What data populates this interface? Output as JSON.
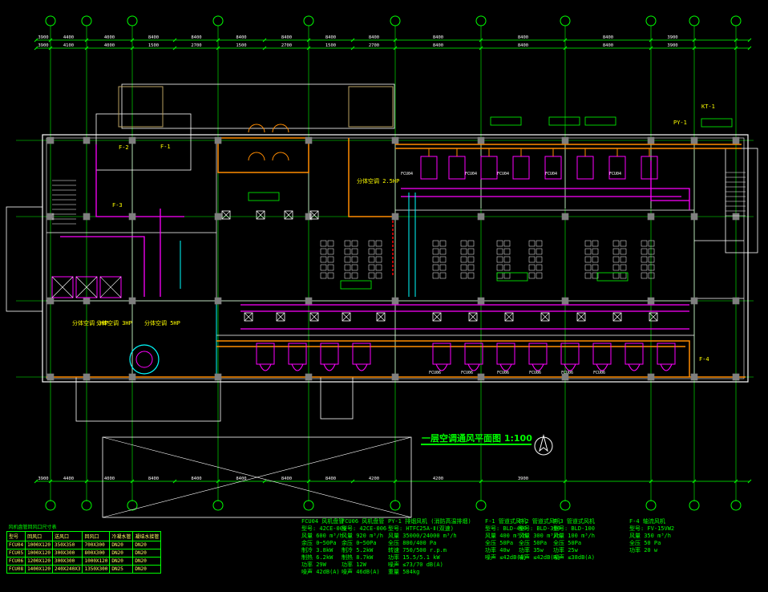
{
  "drawing": {
    "title": "一层空调通风平面图 1:100",
    "colors": {
      "background": "#000000",
      "grid": "#00ff00",
      "wall": "#ffffff",
      "column": "#7f7f7f",
      "duct": "#ff00ff",
      "pipe": "#ff8c00",
      "dimension": "#00ff00",
      "text": "#ffffff",
      "pipe_red": "#ff0000",
      "cyan": "#00ffff",
      "yellow": "#ffff00"
    },
    "top_dimensions_upper": [
      "3900",
      "4400",
      "4000",
      "8400",
      "8400",
      "8400",
      "8400",
      "8400",
      "8400",
      "8400",
      "8400",
      "8400",
      "3900"
    ],
    "top_dimensions_lower": [
      "3900",
      "4100",
      "4000",
      "1500",
      "2700",
      "1500",
      "2700",
      "1500",
      "2700",
      "8400",
      "8400",
      "8400",
      "3900"
    ],
    "bottom_dimensions": [
      "3900",
      "4400",
      "4000",
      "8400",
      "8400",
      "8400",
      "8400",
      "8400",
      "4200",
      "4200",
      "3900"
    ],
    "room_labels": [
      "分体空调 2.5HP",
      "分体空调 3HP",
      "分体空调 3HP",
      "分体空调 5HP",
      "KT-1",
      "PY-1",
      "F-3",
      "F-2",
      "F-4",
      "F-1"
    ],
    "fcu_tags": [
      "FCU04",
      "FCU04",
      "FCU04",
      "FCU04",
      "FCU04",
      "FCU06",
      "FCU06",
      "FCU06",
      "FCU06",
      "FCU06",
      "FCU06"
    ]
  },
  "schedule_table": {
    "title": "风机盘管回风口尺寸表",
    "headers": [
      "型号",
      "回风口",
      "送风口",
      "回风口",
      "冷凝水管",
      "凝结水接管"
    ],
    "rows": [
      [
        "FCU04",
        "1000X120",
        "350X350",
        "700X300",
        "DN20",
        "DN20"
      ],
      [
        "FCU05",
        "1000X120",
        "300X300",
        "800X300",
        "DN20",
        "DN20"
      ],
      [
        "FCU06",
        "1200X120",
        "300X300",
        "1000X120",
        "DN20",
        "DN20"
      ],
      [
        "FCU08",
        "1400X120",
        "240X240X3",
        "1350X300",
        "DN25",
        "DN20"
      ]
    ]
  },
  "equipment_specs": [
    {
      "title": "FCU04 风机盘管",
      "lines": [
        "型号: 42CE-004",
        "风量 600 m³/h",
        "余压 0~50Pa",
        "制冷 3.8kW",
        "制热 6.2kW",
        "功率 29W",
        "噪声 42dB(A)"
      ]
    },
    {
      "title": "FCU06 风机盘管",
      "lines": [
        "型号: 42CE-006",
        "风量 920 m³/h",
        "余压 0~50Pa",
        "制冷 5.2kW",
        "制热 8.7kW",
        "功率 12W",
        "噪声 46dB(A)"
      ]
    },
    {
      "title": "PY-1 排烟风机 (消防高温排烟)",
      "lines": [
        "型号: HTFC25A-Ⅱ(双速)",
        "风量 35000/24000 m³/h",
        "全压 800/400 Pa",
        "转速 750/500 r.p.m",
        "功率 15.5/5.1 kW",
        "噪声 ≤73/70 dB(A)",
        "重量 584kg"
      ]
    },
    {
      "title": "F-1 管道式风机",
      "lines": [
        "型号: BLD-400",
        "风量 400 m³/h",
        "全压 50Pa",
        "功率 40w",
        "噪声 ≤42dB(A)"
      ]
    },
    {
      "title": "F-2 管道式风机",
      "lines": [
        "型号: BLD-300",
        "风量 300 m³/h",
        "全压 50Pa",
        "功率 35w",
        "噪声 ≤42dB(A)"
      ]
    },
    {
      "title": "F-3 管道式风机",
      "lines": [
        "型号: BLD-100",
        "风量 100 m³/h",
        "全压 50Pa",
        "功率 25w",
        "噪声 ≤38dB(A)"
      ]
    },
    {
      "title": "F-4 轴流风机",
      "lines": [
        "型号: FV-15VW2",
        "风量 350 m³/h",
        "全压 50 Pa",
        "功率 20 w"
      ]
    }
  ]
}
